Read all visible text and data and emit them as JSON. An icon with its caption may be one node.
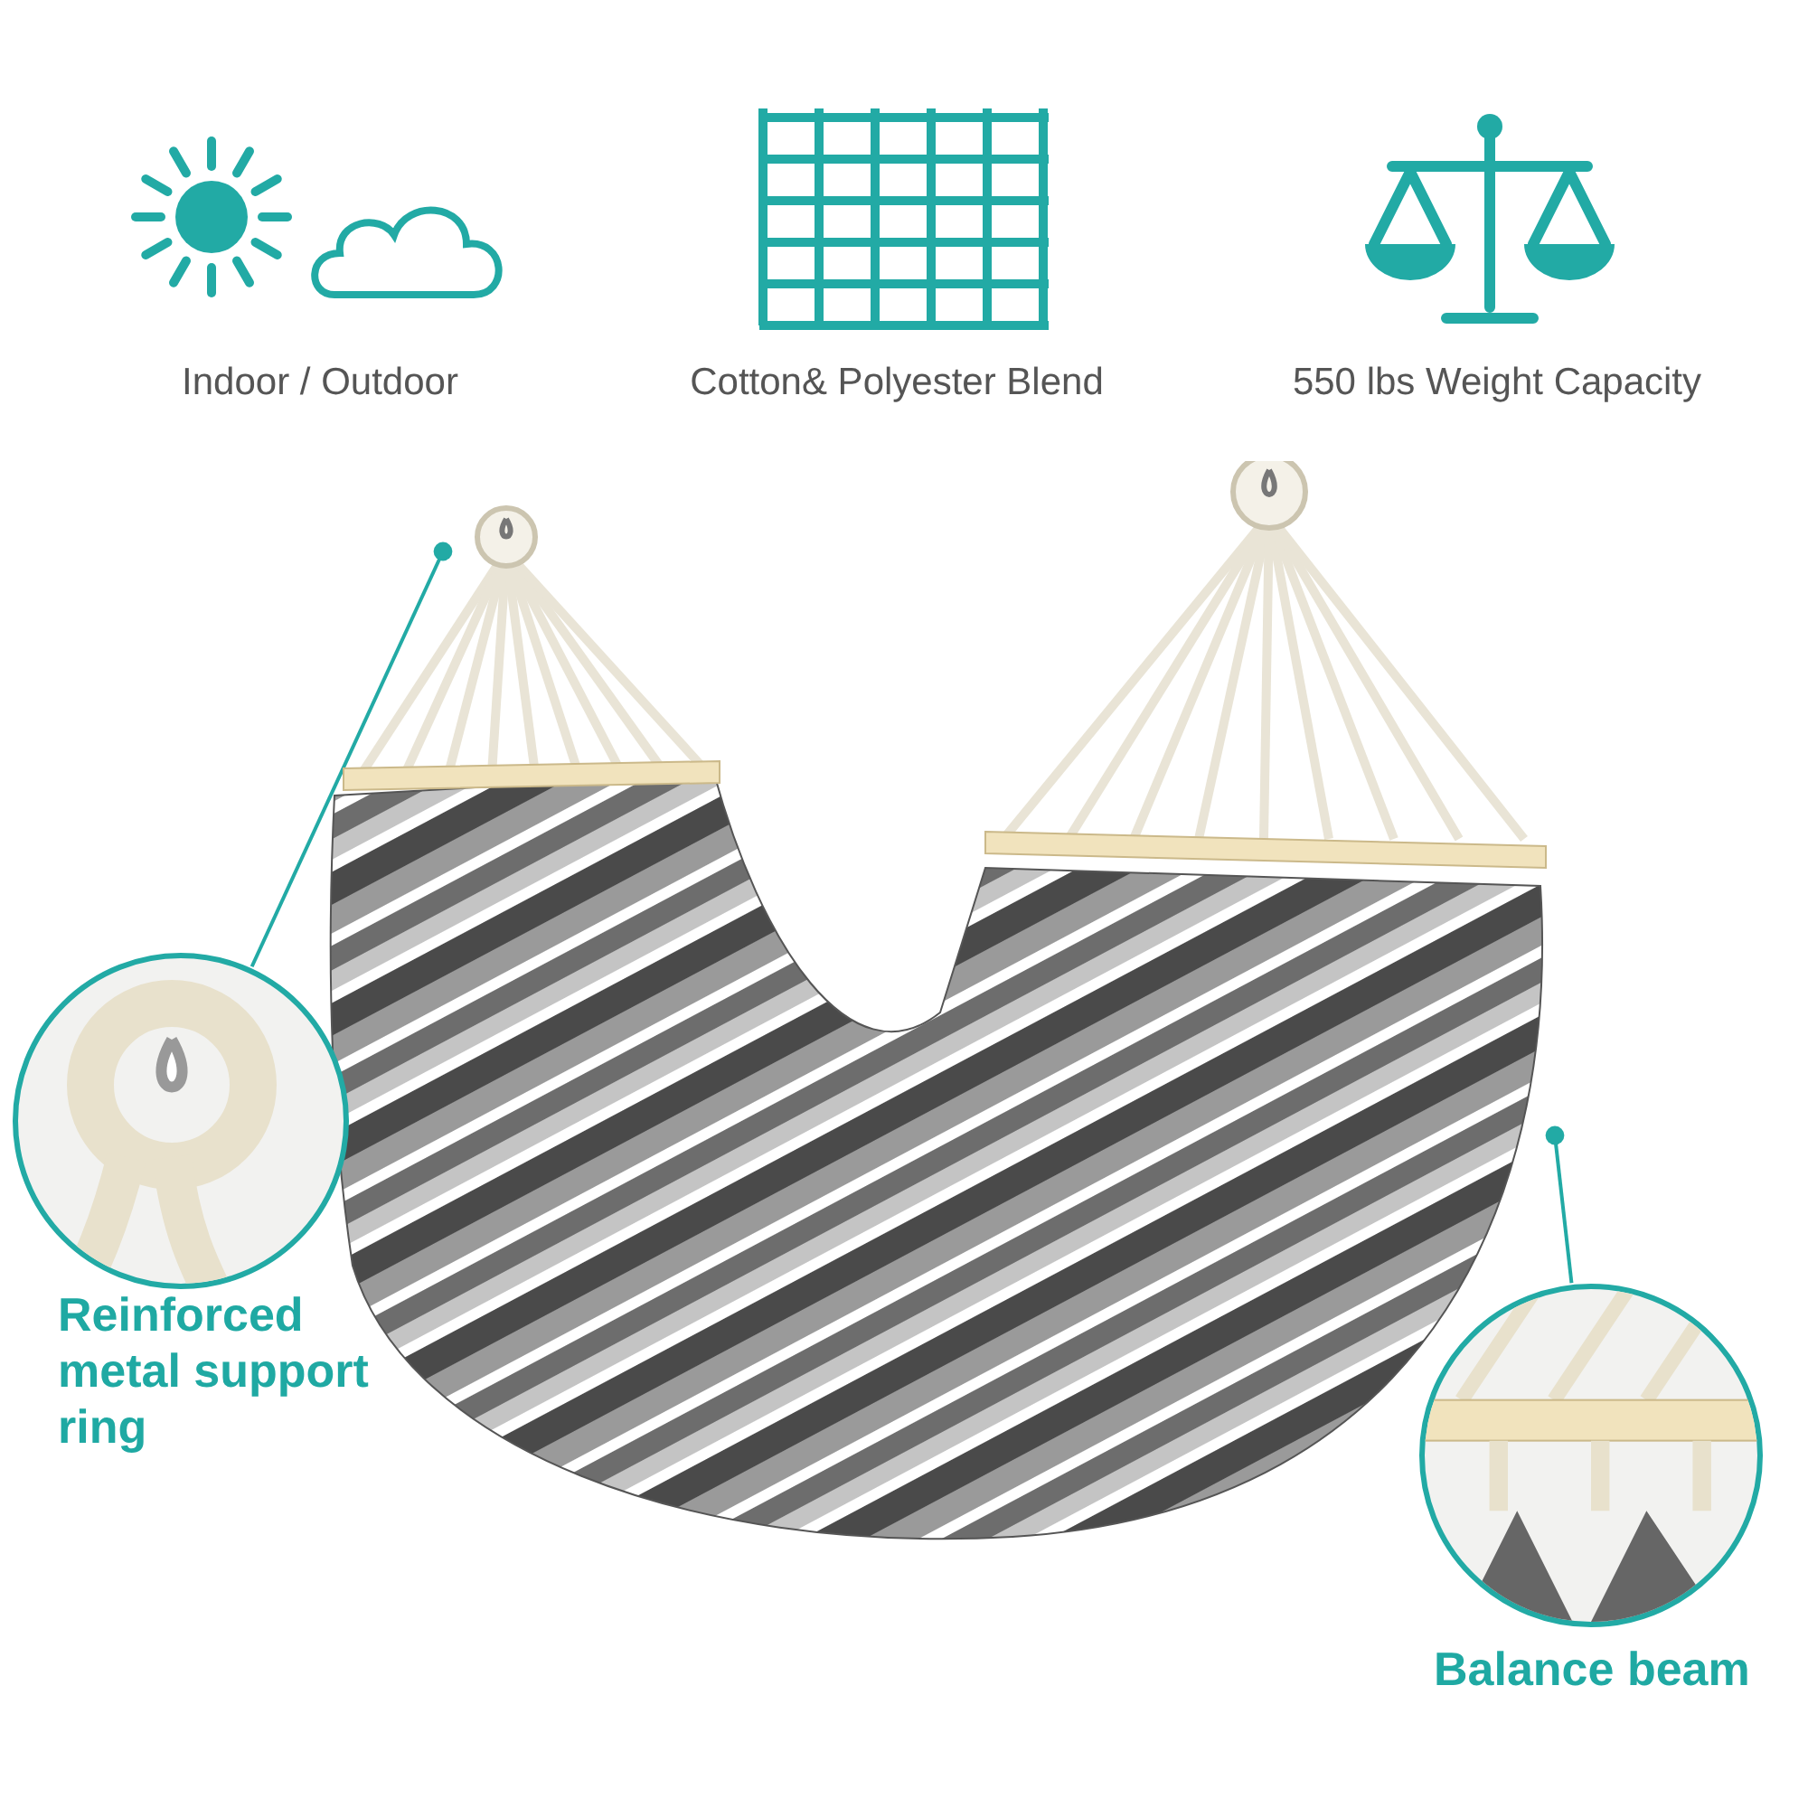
{
  "diagram": {
    "nodes": [
      {
        "text": [],
        "shape": "picture"
      },
      {
        "text": [],
        "shape": "picture",
        "beside": [
          "Reinforced metal support ring"
        ]
      },
      {
        "text": [],
        "shape": "picture",
        "beside": [
          "Balance beam"
        ]
      }
    ],
    "edges": [
      {
        "from": 1,
        "to": 0,
        "arrow": "other"
      },
      {
        "from": 2,
        "to": 0,
        "arrow": "other"
      }
    ],
    "labels": [
      "Indoor / Outdoor",
      "Cotton& Polyester Blend",
      "550 lbs Weight Capacity"
    ]
  }
}
